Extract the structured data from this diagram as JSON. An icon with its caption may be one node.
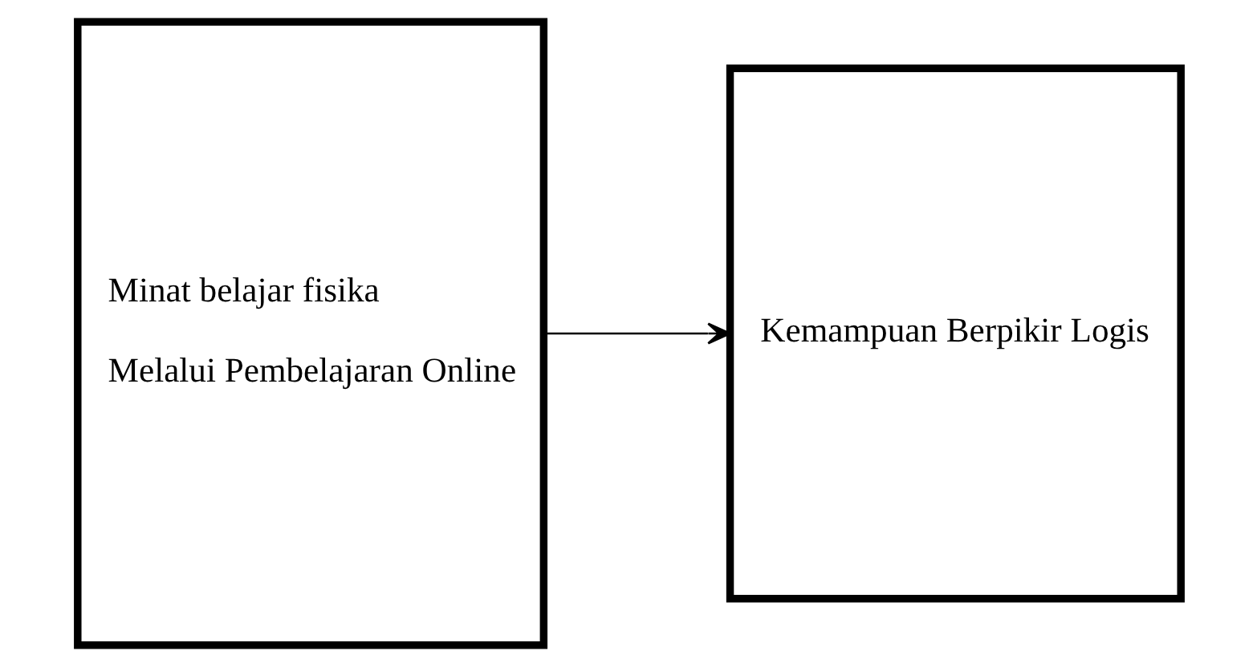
{
  "diagram": {
    "nodes": [
      {
        "text": [
          "Minat belajar fisika",
          "Melalui Pembelajaran Online"
        ]
      },
      {
        "text": [
          "Kemampuan Berpikir Logis"
        ]
      }
    ],
    "edges": [
      {
        "from": 0,
        "to": 1,
        "arrow": "to"
      }
    ]
  }
}
